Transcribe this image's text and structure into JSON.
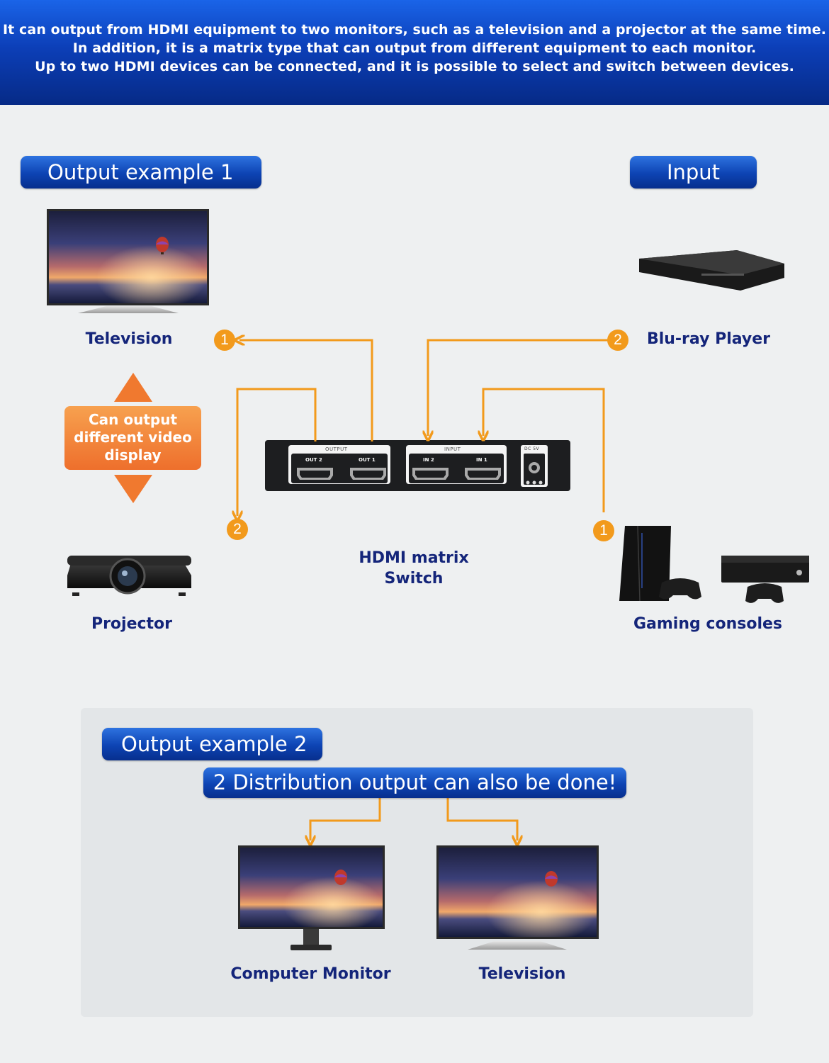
{
  "header": {
    "lines": [
      "It can output from HDMI equipment to two monitors, such as a television and a projector at the same time.",
      "In addition, it is a matrix type that can output from different equipment to each monitor.",
      "Up to two HDMI devices can be connected, and it is possible to select and switch between devices."
    ]
  },
  "output_example_1": {
    "title": "Output example 1",
    "television_label": "Television",
    "projector_label": "Projector",
    "badge_lines": [
      "Can output",
      "different video",
      "display"
    ]
  },
  "input": {
    "title": "Input",
    "bluray_label": "Blu-ray Player",
    "consoles_label": "Gaming consoles"
  },
  "switch": {
    "label_lines": [
      "HDMI matrix",
      "Switch"
    ],
    "output_section": "OUTPUT",
    "input_section": "INPUT",
    "ports": [
      "OUT 2",
      "OUT 1",
      "IN 2",
      "IN 1"
    ],
    "power_label": "DC 5V"
  },
  "numbers": {
    "tv": "1",
    "bluray": "2",
    "projector": "2",
    "consoles": "1"
  },
  "output_example_2": {
    "title": "Output example 2",
    "subtitle": "2 Distribution output can also be done!",
    "monitor_label": "Computer Monitor",
    "television_label": "Television"
  },
  "colors": {
    "accent_orange": "#f29a1c",
    "brand_blue": "#0d43b3",
    "label_navy": "#14257a"
  }
}
